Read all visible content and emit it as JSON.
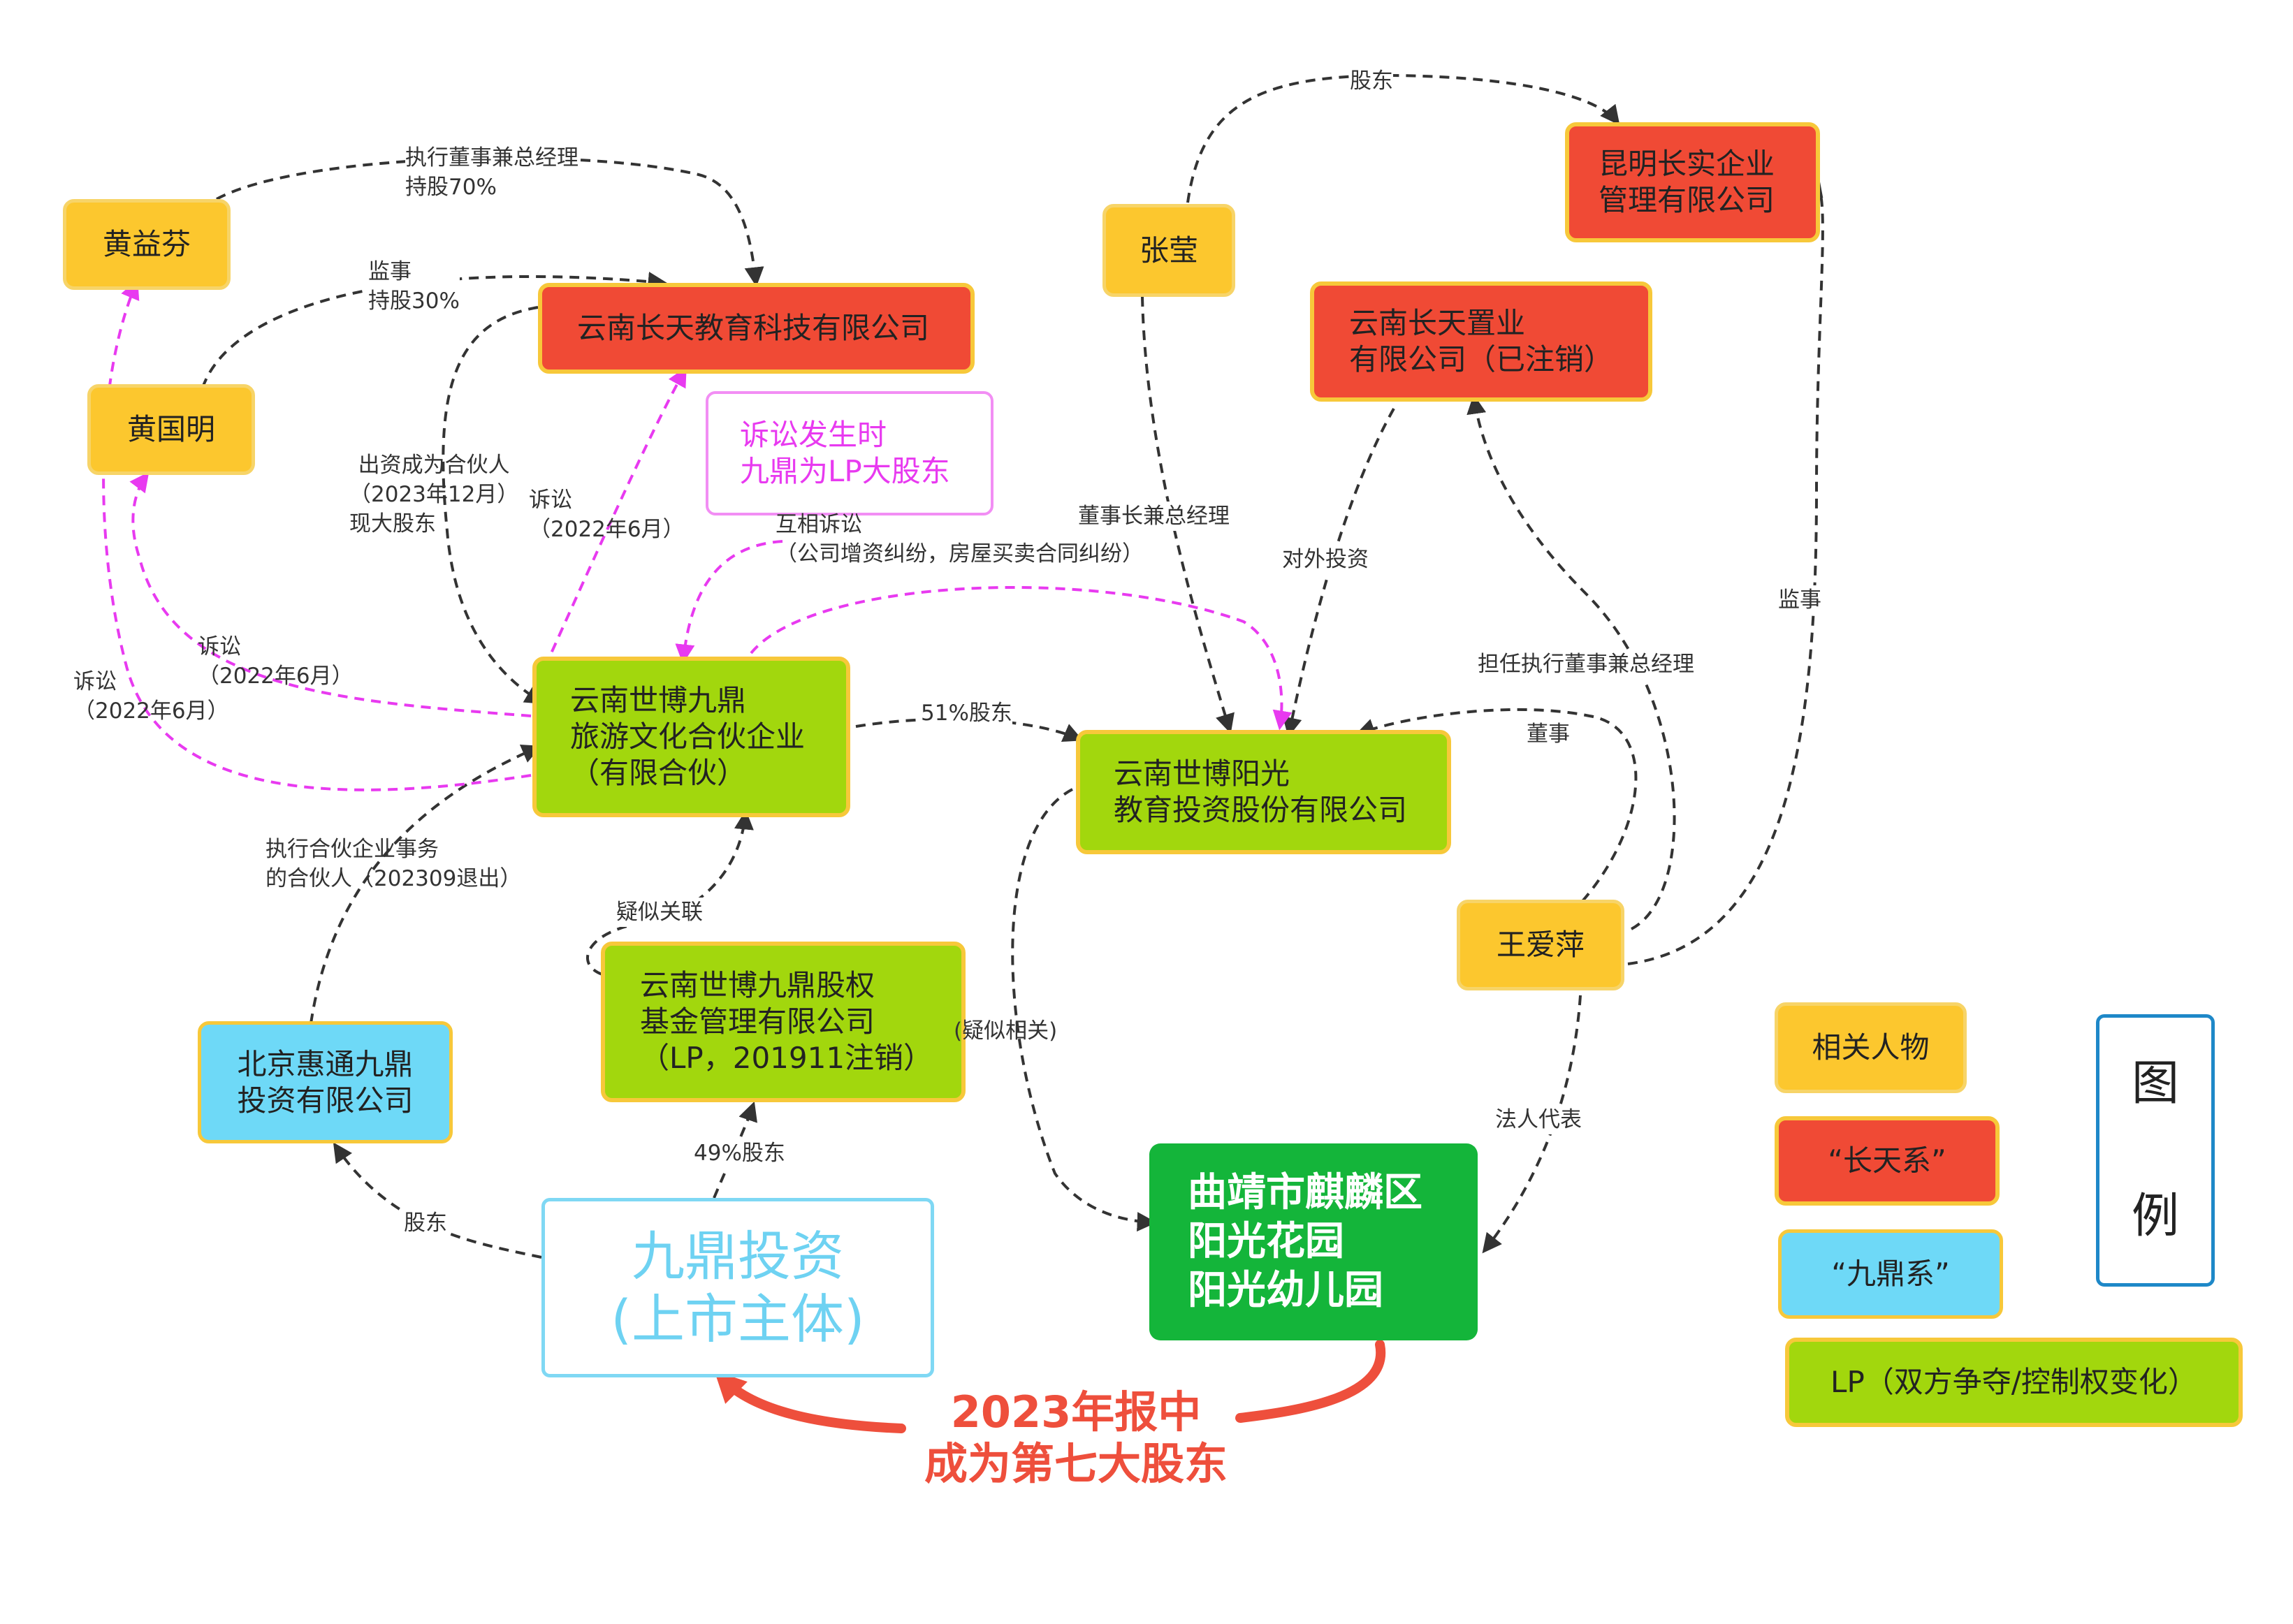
{
  "colors": {
    "person": "#fcc72e",
    "changtian": "#f04a35",
    "jiuding": "#6ed9f7",
    "lp": "#a2d70d",
    "target": "#14b53a",
    "edge": "#333333",
    "lawsuit": "#e83af0",
    "highlight": "#ee4f3c"
  },
  "nodes": {
    "huang_yifen": "黄益芬",
    "huang_guoming": "黄国明",
    "zhang_ying": "张莹",
    "wang_aiping": "王爱萍",
    "changtian_edu": "云南长天教育科技有限公司",
    "kunming_changshi": [
      "昆明长实企业",
      "管理有限公司"
    ],
    "changtian_zhiye": [
      "云南长天置业",
      "有限公司（已注销）"
    ],
    "jiuding_partnership": [
      "云南世博九鼎",
      "旅游文化合伙企业",
      "（有限合伙）"
    ],
    "yangguang_edu": [
      "云南世博阳光",
      "教育投资股份有限公司"
    ],
    "jiuding_fund": [
      "云南世博九鼎股权",
      "基金管理有限公司",
      "（LP，201911注销）"
    ],
    "beijing_huitong": [
      "北京惠通九鼎",
      "投资有限公司"
    ],
    "jiuding_invest": [
      "九鼎投资",
      "(上市主体)"
    ],
    "kindergarten": [
      "曲靖市麒麟区",
      "阳光花园",
      "阳光幼儿园"
    ],
    "note": [
      "诉讼发生时",
      "九鼎为LP大股东"
    ]
  },
  "labels": {
    "exec_director_gm": "执行董事兼总经理",
    "hold70": "持股70%",
    "supervisor": "监事",
    "hold30": "持股30%",
    "shareholder_top": "股东",
    "invest_partner": [
      "出资成为合伙人",
      "（2023年12月）",
      "现大股东"
    ],
    "lawsuit_edu": [
      "诉讼",
      "（2022年6月）"
    ],
    "mutual_suit": [
      "互相诉讼",
      "（公司增资纠纷，房屋买卖合同纠纷）"
    ],
    "chairman_gm": "董事长兼总经理",
    "outward_invest": "对外投资",
    "supervisor_right": "监事",
    "served_exec_gm": "担任执行董事兼总经理",
    "director": "董事",
    "lawsuit_hgm": [
      "诉讼",
      "（2022年6月）"
    ],
    "lawsuit_hyf": [
      "诉讼",
      "（2022年6月）"
    ],
    "hold51": "51%股东",
    "exec_partner": [
      "执行合伙企业事务",
      "的合伙人（202309退出）"
    ],
    "suspected_related": "疑似关联",
    "suspected_related2": "(疑似相关)",
    "legal_rep": "法人代表",
    "hold49": "49%股东",
    "shareholder_bottom": "股东"
  },
  "highlight_text": [
    "2023年报中",
    "成为第七大股东"
  ],
  "legend": {
    "title": [
      "图",
      "例"
    ],
    "person": "相关人物",
    "changtian": "“长天系”",
    "jiuding": "“九鼎系”",
    "lp": "LP（双方争夺/控制权变化）"
  }
}
